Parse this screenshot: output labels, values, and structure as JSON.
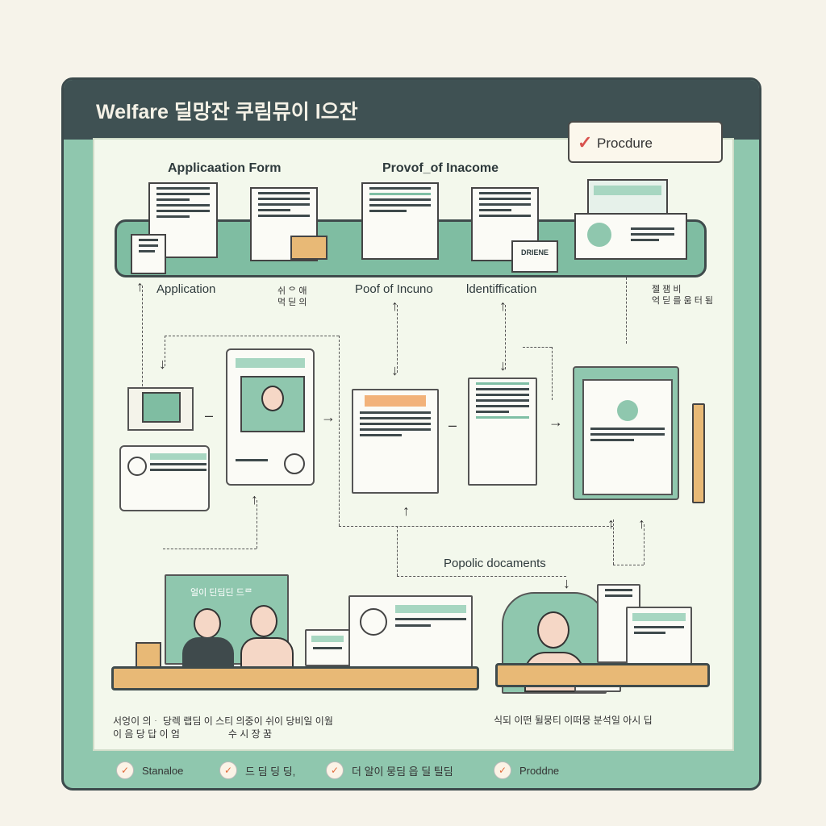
{
  "header": {
    "title": "Welfare  딜망잔 쿠림뮤이 l으잔"
  },
  "procedure_box": {
    "label": "Procdure"
  },
  "top_labels": {
    "application_form": "Applicaation Form",
    "proof_income": "Provof_of Inacome"
  },
  "flow_labels": {
    "application": "Application",
    "korean_mid_1": "쉬 ᄋ 애\n먹 딛 의",
    "poof_income": "Poof of Incuno",
    "identification": "ldentiffication",
    "korean_right": "젤 잼 비\n억 딛 를 움 터 됨"
  },
  "id_badge": "DRIENE",
  "popolic": "Popolic docaments",
  "bottom_left_caption": "서엉이 의ᆞ 당렉 랩딤 이 스티 의중이 쉬이 당비일 이웜\n이 음 당 답 이 엄                  수 시 장 꿈",
  "bottom_right_caption": "식되 이떤 뒬뭉티 이떠뭉 분석일 아시 딥",
  "desk_sign": "얼이 딘딤딘 드ᄅ",
  "legend": [
    {
      "label": "Stanaloe"
    },
    {
      "label": "드 딤 딩 딩,"
    },
    {
      "label": "더 알이 뭉딤 읍 딜 틸딤"
    },
    {
      "label": "Proddne"
    }
  ],
  "colors": {
    "frame": "#8fc7ae",
    "titlebar": "#3f5153",
    "panel": "#f3f8ec",
    "accent_orange": "#e8b976",
    "check_red": "#d9534f"
  }
}
